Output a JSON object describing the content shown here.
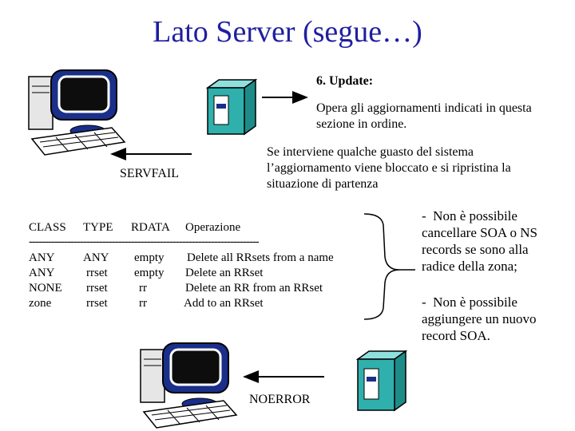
{
  "title": "Lato Server (segue…)",
  "update": {
    "heading": "6. Update:",
    "description_lines": [
      "Opera gli aggiornamenti indicati in questa",
      "sezione in ordine."
    ]
  },
  "failure_note_lines": [
    "Se interviene qualche guasto del sistema",
    "l’aggiornamento viene bloccato e si ripristina la",
    "situazione di partenza"
  ],
  "servfail_label": "SERVFAIL",
  "noerror_label": "NOERROR",
  "table": {
    "headers": [
      "CLASS",
      "TYPE",
      "RDATA",
      "Operazione"
    ],
    "separator": "------------------------------------------------------------------------",
    "rows": [
      [
        "ANY",
        "ANY",
        "empty",
        "Delete all RRsets from a name"
      ],
      [
        "ANY",
        "rrset",
        "empty",
        "Delete an RRset"
      ],
      [
        "NONE",
        "rrset",
        "rr",
        "Delete an RR from an RRset"
      ],
      [
        "zone",
        "rrset",
        "rr",
        "Add to an RRset"
      ]
    ]
  },
  "notes": [
    {
      "bullet": "-",
      "lines": [
        "Non è possibile",
        "cancellare SOA o NS",
        "records se sono alla",
        "radice della zona;"
      ]
    },
    {
      "bullet": "-",
      "lines": [
        "Non è possibile",
        "aggiungere un nuovo",
        "record SOA."
      ]
    }
  ],
  "icons": [
    "client-computer-icon",
    "server-tower-icon"
  ],
  "colors": {
    "title": "#1f1fa0",
    "monitor": "#1a2f8a",
    "tower": "#2fb0ad"
  }
}
